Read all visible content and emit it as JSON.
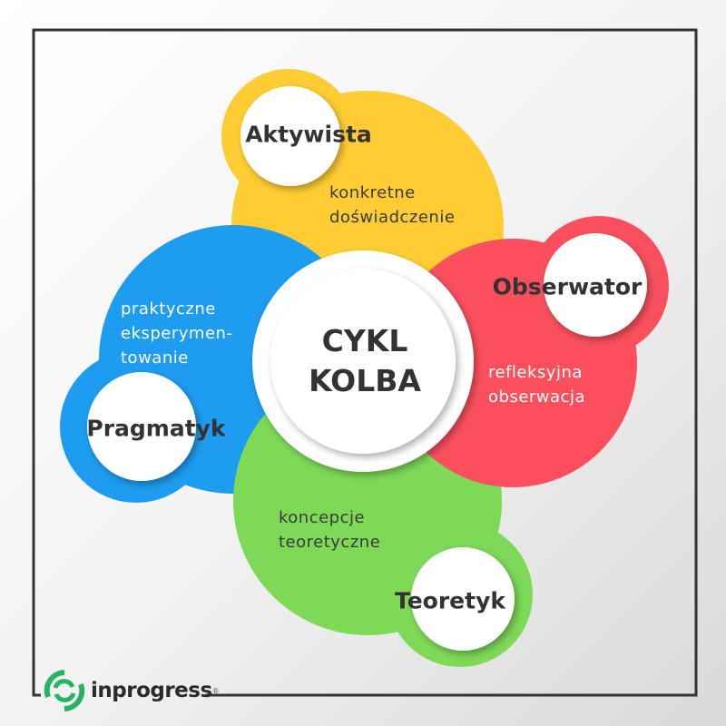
{
  "title": "CYKL KOLBA",
  "title_lines": [
    "CYKL",
    "KOLBA"
  ],
  "stages": [
    {
      "role": "Aktywista",
      "description_lines": [
        "konkretne",
        "doświadczenie"
      ],
      "color": "#ffcd33"
    },
    {
      "role": "Obserwator",
      "description_lines": [
        "refleksyjna",
        "obserwacja"
      ],
      "color": "#fb4f5e"
    },
    {
      "role": "Teoretyk",
      "description_lines": [
        "koncepcje",
        "teoretyczne"
      ],
      "color": "#7ed957"
    },
    {
      "role": "Pragmatyk",
      "description_lines": [
        "praktyczne",
        "eksperymen-",
        "towanie"
      ],
      "color": "#1e9cf0"
    }
  ],
  "logo": {
    "text": "inprogress",
    "mark": "®",
    "color": "#27b462"
  }
}
